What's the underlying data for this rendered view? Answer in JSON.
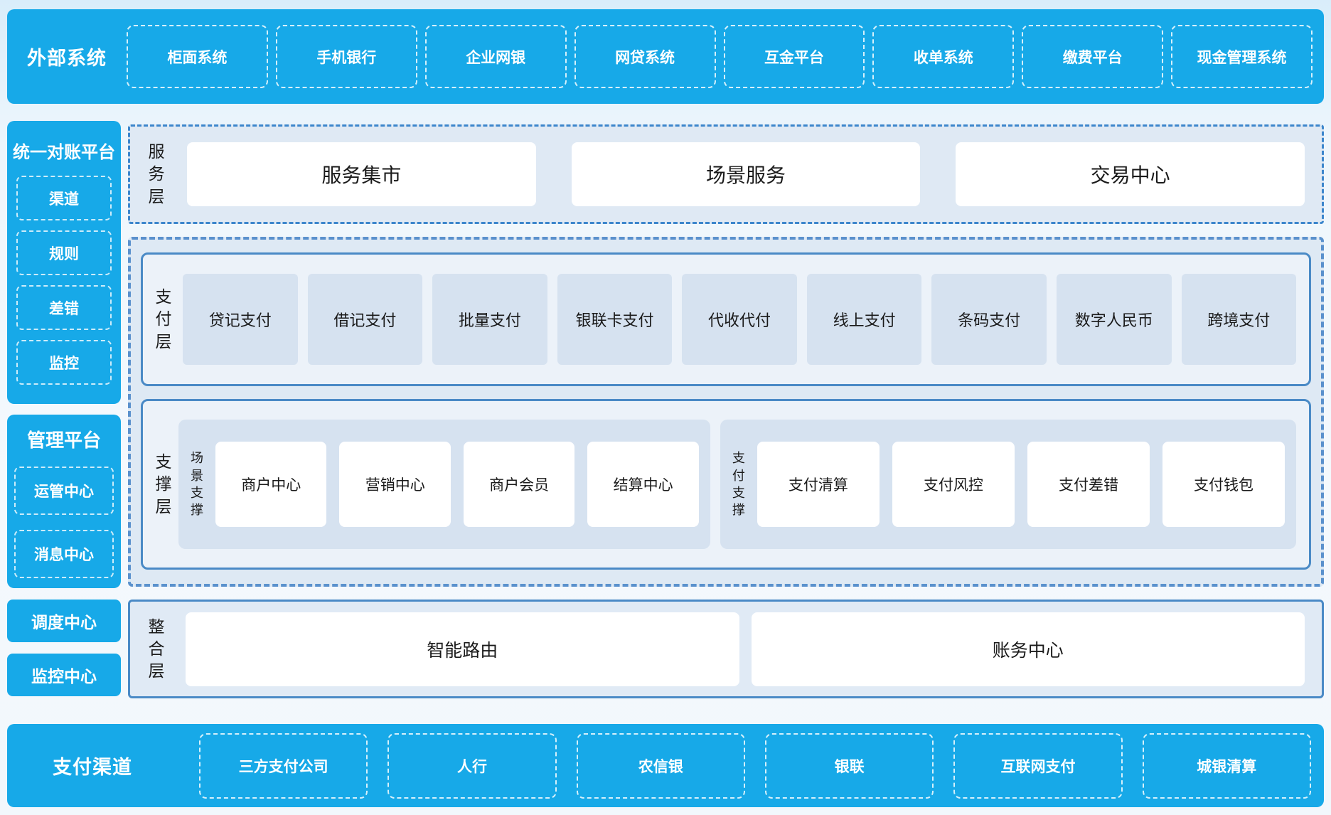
{
  "colors": {
    "accent_cyan": "#17a9e8",
    "panel_bg_light": "#dee9f4",
    "item_bg_blue": "#d6e2f0",
    "section_bg": "#ecf2f9",
    "border_solid_blue": "#4a8ac6",
    "border_dashed_blue": "#5a91cd",
    "border_dashdot_blue": "#3c86cc",
    "text_dark": "#1a1a1a",
    "text_white": "#ffffff"
  },
  "top_bar": {
    "title": "外部系统",
    "items": [
      "柜面系统",
      "手机银行",
      "企业网银",
      "网贷系统",
      "互金平台",
      "收单系统",
      "缴费平台",
      "现金管理系统"
    ]
  },
  "sidebar": {
    "reconciliation": {
      "title": "统一对账平台",
      "items": [
        "渠道",
        "规则",
        "差错",
        "监控"
      ]
    },
    "management": {
      "title": "管理平台",
      "items": [
        "运管中心",
        "消息中心"
      ]
    },
    "standalone": [
      "调度中心",
      "监控中心"
    ]
  },
  "layers": {
    "service": {
      "label": "服务层",
      "items": [
        "服务集市",
        "场景服务",
        "交易中心"
      ]
    },
    "payment": {
      "label": "支付层",
      "items": [
        "贷记支付",
        "借记支付",
        "批量支付",
        "银联卡支付",
        "代收代付",
        "线上支付",
        "条码支付",
        "数字人民币",
        "跨境支付"
      ]
    },
    "support": {
      "label": "支撑层",
      "groups": [
        {
          "label": "场景支撑",
          "items": [
            "商户中心",
            "营销中心",
            "商户会员",
            "结算中心"
          ]
        },
        {
          "label": "支付支撑",
          "items": [
            "支付清算",
            "支付风控",
            "支付差错",
            "支付钱包"
          ]
        }
      ]
    },
    "integration": {
      "label": "整合层",
      "items": [
        "智能路由",
        "账务中心"
      ]
    }
  },
  "bottom_bar": {
    "title": "支付渠道",
    "items": [
      "三方支付公司",
      "人行",
      "农信银",
      "银联",
      "互联网支付",
      "城银清算"
    ]
  }
}
